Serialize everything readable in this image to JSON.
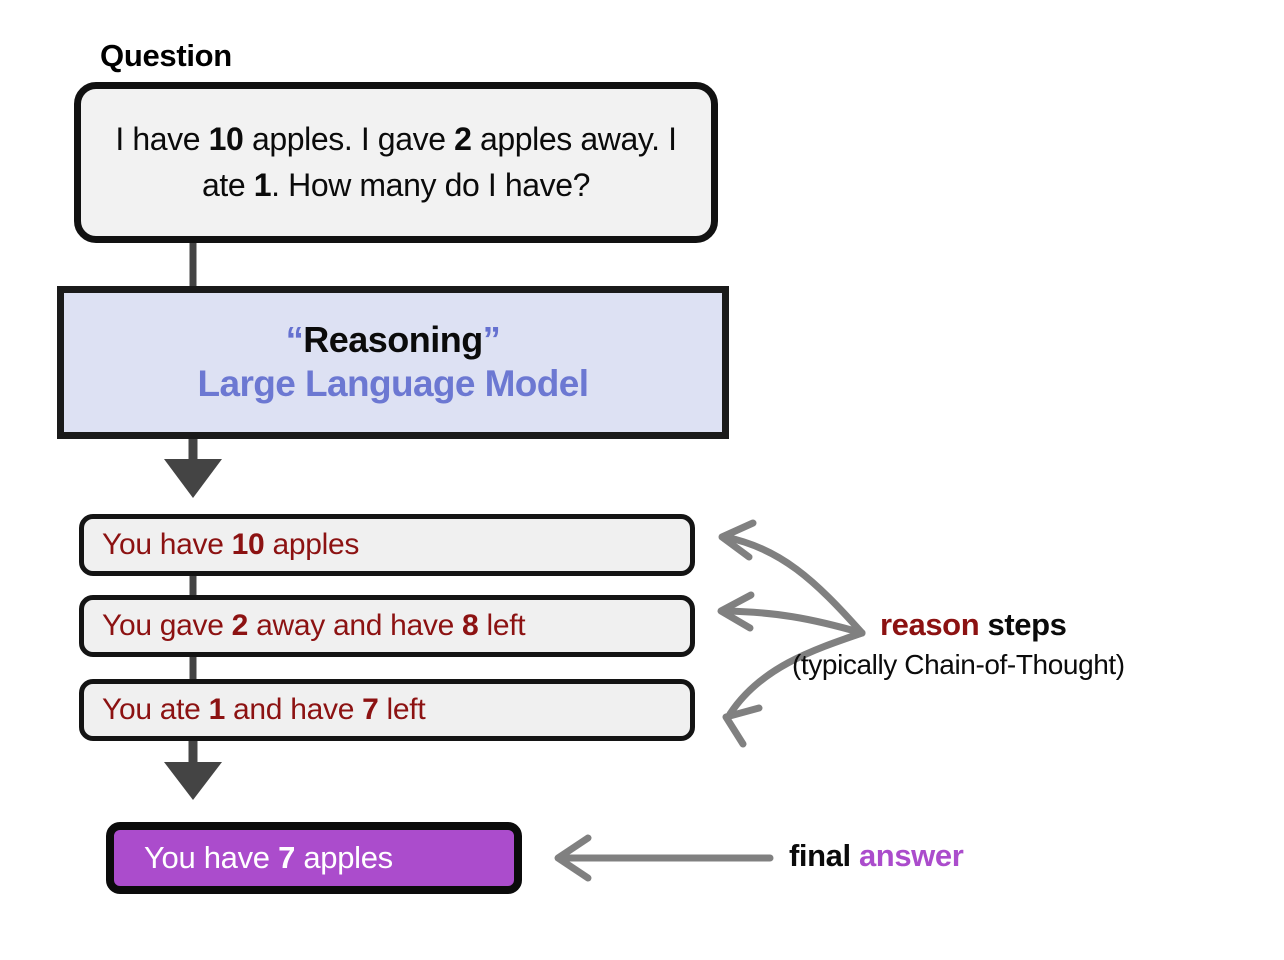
{
  "diagram": {
    "title_label": "Question",
    "question": {
      "prefix_1": "I have ",
      "num_1": "10",
      "mid_1": " apples. I gave ",
      "num_2": "2",
      "mid_2": " apples away. I ate ",
      "num_3": "1",
      "suffix": ". How many do I have?",
      "full_text": "I have 10 apples. I gave 2 apples away. I ate 1. How many do I have?"
    },
    "model": {
      "quote_open": "“",
      "reasoning_label": "Reasoning",
      "quote_close": "”",
      "name": "Large Language Model",
      "fill_color": "#dde1f3",
      "name_color": "#6c78d2"
    },
    "reason_steps": [
      {
        "prefix": "You have ",
        "number": "10",
        "suffix": " apples",
        "full_text": "You have 10 apples"
      },
      {
        "prefix": "You gave ",
        "number": "2",
        "mid": " away and have ",
        "number_2": "8",
        "suffix": " left",
        "full_text": "You gave 2 away and have 8 left"
      },
      {
        "prefix": "You ate ",
        "number": "1",
        "mid": " and have ",
        "number_2": "7",
        "suffix": " left",
        "full_text": "You ate 1 and have 7 left"
      }
    ],
    "answer": {
      "prefix": "You have ",
      "number": "7",
      "suffix": " apples",
      "full_text": "You have 7 apples",
      "fill_color": "#ab4ccc",
      "text_color": "#ffffff"
    },
    "annotations": {
      "reason_steps_em": "reason",
      "reason_steps_rest": " steps",
      "reason_steps_sub": "(typically Chain-of-Thought)",
      "final_label": "final ",
      "final_em": "answer"
    },
    "colors": {
      "step_text": "#8c1212",
      "arrow_gray": "#808080",
      "flow_arrow": "#444444",
      "box_border": "#111111",
      "box_fill": "#f0f0f0"
    }
  }
}
